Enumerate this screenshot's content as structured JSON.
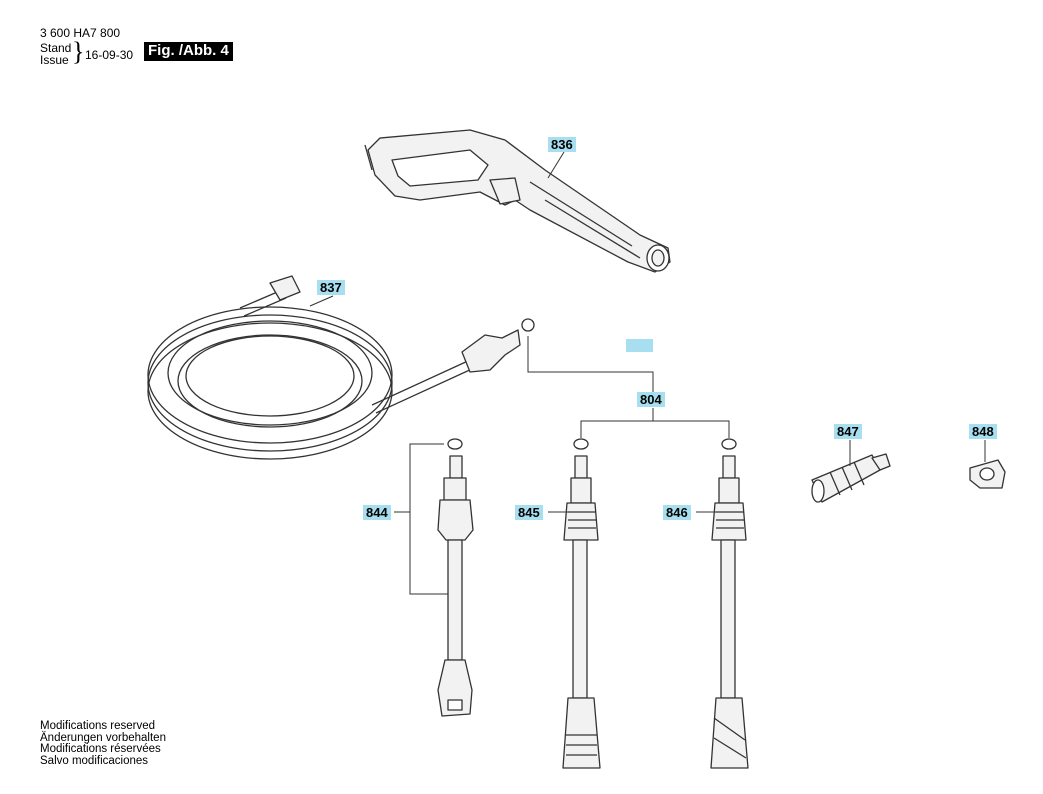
{
  "header": {
    "part_number": "3 600 HA7 800",
    "stand_label": "Stand",
    "issue_label": "Issue",
    "date": "16-09-30",
    "figure_label": "Fig. /Abb. 4"
  },
  "callouts": {
    "c836": "836",
    "c837": "837",
    "c804": "804",
    "c844": "844",
    "c845": "845",
    "c846": "846",
    "c847": "847",
    "c848": "848"
  },
  "footer": {
    "line1": "Modifications reserved",
    "line2": "Änderungen vorbehalten",
    "line3": "Modifications réservées",
    "line4": "Salvo modificaciones"
  },
  "colors": {
    "callout_bg": "#a8dff0",
    "line": "#333333",
    "part_fill": "#f2f2f2"
  }
}
